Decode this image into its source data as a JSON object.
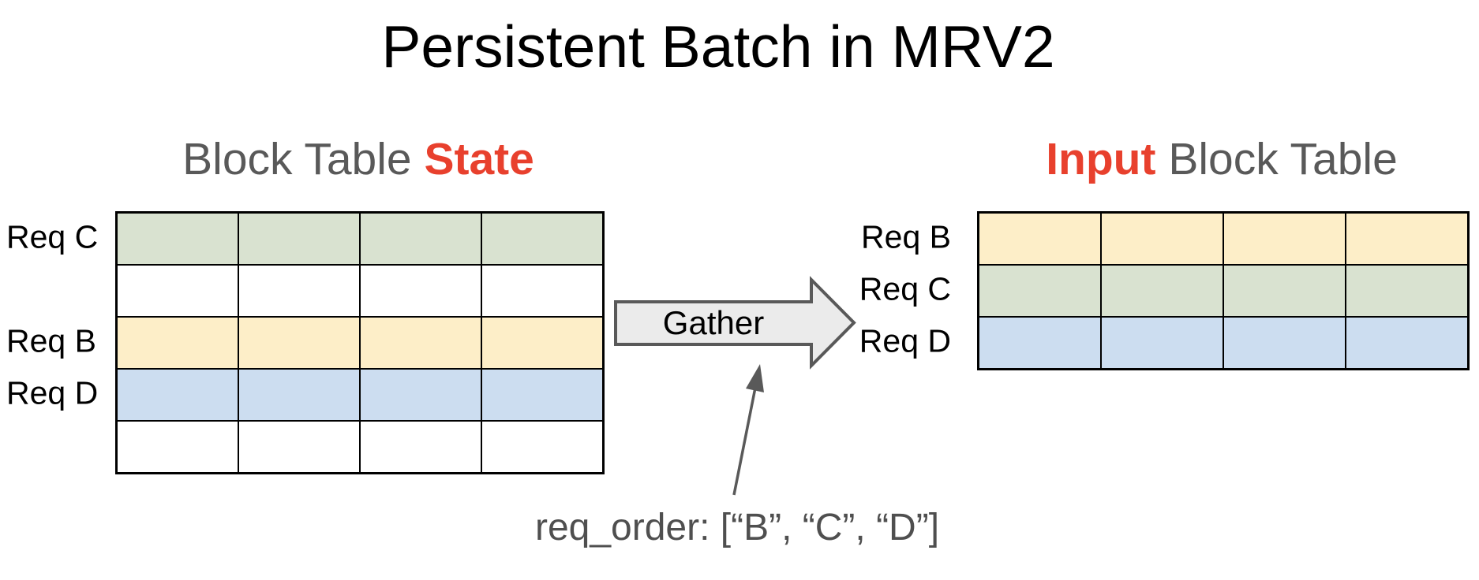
{
  "title": "Persistent Batch in MRV2",
  "colors": {
    "green": "#d9e2d0",
    "yellow": "#fdeec8",
    "blue": "#ccddf0",
    "white": "#ffffff",
    "gray_text": "#595959",
    "red": "#e8402d",
    "arrow_fill": "#ebebeb",
    "arrow_stroke": "#595959",
    "annotation_text": "#4f4f4f",
    "cell_border": "#000000"
  },
  "left_table": {
    "title_plain": "Block Table ",
    "title_emph": "State",
    "cols": 4,
    "rows": [
      "green",
      "white",
      "yellow",
      "blue",
      "white"
    ],
    "labels": [
      {
        "text": "Req C",
        "row": 0
      },
      {
        "text": "Req B",
        "row": 2
      },
      {
        "text": "Req D",
        "row": 3
      }
    ]
  },
  "right_table": {
    "title_emph": "Input",
    "title_plain": " Block Table",
    "cols": 4,
    "rows": [
      "yellow",
      "green",
      "blue"
    ],
    "labels": [
      {
        "text": "Req B",
        "row": 0
      },
      {
        "text": "Req C",
        "row": 1
      },
      {
        "text": "Req D",
        "row": 2
      }
    ]
  },
  "gather_arrow": {
    "label": "Gather"
  },
  "annotation": {
    "text": "req_order: [“B”, “C”, “D”]"
  }
}
